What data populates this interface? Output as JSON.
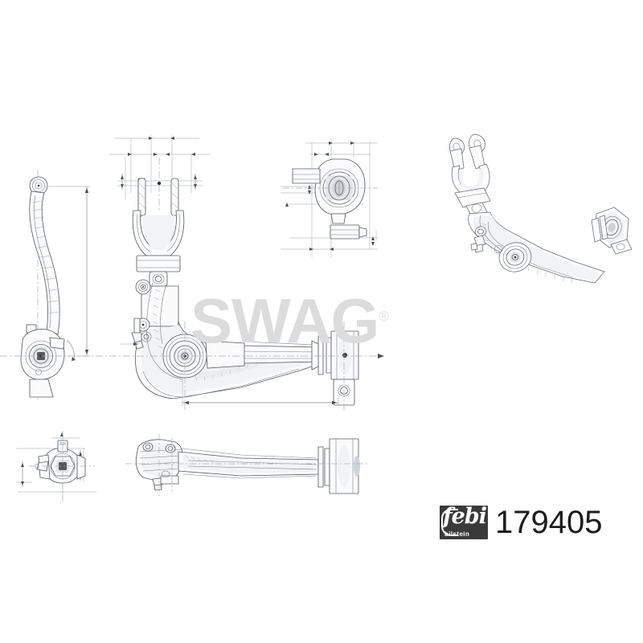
{
  "document": {
    "kind": "technical-drawing",
    "subject": "automotive suspension control arm (wishbone)",
    "background_color": "#ffffff"
  },
  "watermark": {
    "text": "SWAG",
    "registered_mark": "®",
    "color": "#dcdcdc"
  },
  "brand": {
    "logo_word": "febi",
    "logo_subtitle": "bilstein",
    "logo_registered_mark": "®",
    "logo_background_color": "#3a3a3a",
    "logo_foreground_color": "#ffffff",
    "part_number": "179405",
    "part_number_color": "#1c1c1c"
  },
  "views": [
    {
      "id": "side-elevation",
      "name": "Side elevation view",
      "position": "left",
      "has_dimension_lines": true,
      "dimension_orientation": "vertical"
    },
    {
      "id": "front-elevation-main",
      "name": "Main front elevation view",
      "position": "center",
      "has_dimension_lines": true,
      "dimension_orientation": "horizontal-and-vertical",
      "features": [
        "fork-yoke-end",
        "ball-joint",
        "rear-bushing",
        "stabilizer-bracket"
      ]
    },
    {
      "id": "bushing-detail",
      "name": "Rear bushing detail view",
      "position": "top-center-right",
      "has_dimension_lines": true,
      "dimension_orientation": "horizontal-and-vertical"
    },
    {
      "id": "isometric-3d",
      "name": "Isometric 3D view",
      "position": "right",
      "has_dimension_lines": false
    },
    {
      "id": "ball-joint-detail",
      "name": "Ball joint detail view",
      "position": "bottom-left",
      "has_dimension_lines": true,
      "dimension_orientation": "horizontal-and-vertical"
    },
    {
      "id": "plan-view",
      "name": "Plan / top view",
      "position": "bottom-center",
      "has_dimension_lines": false
    }
  ],
  "colors": {
    "dimension_line": "#b9bfc6",
    "center_line": "#a9b0b7",
    "part_outline": "#5a6066",
    "shading_light": "#f2f3f5",
    "shading_mid": "#e4e6e9",
    "shading_dark": "#cfd3d8"
  }
}
